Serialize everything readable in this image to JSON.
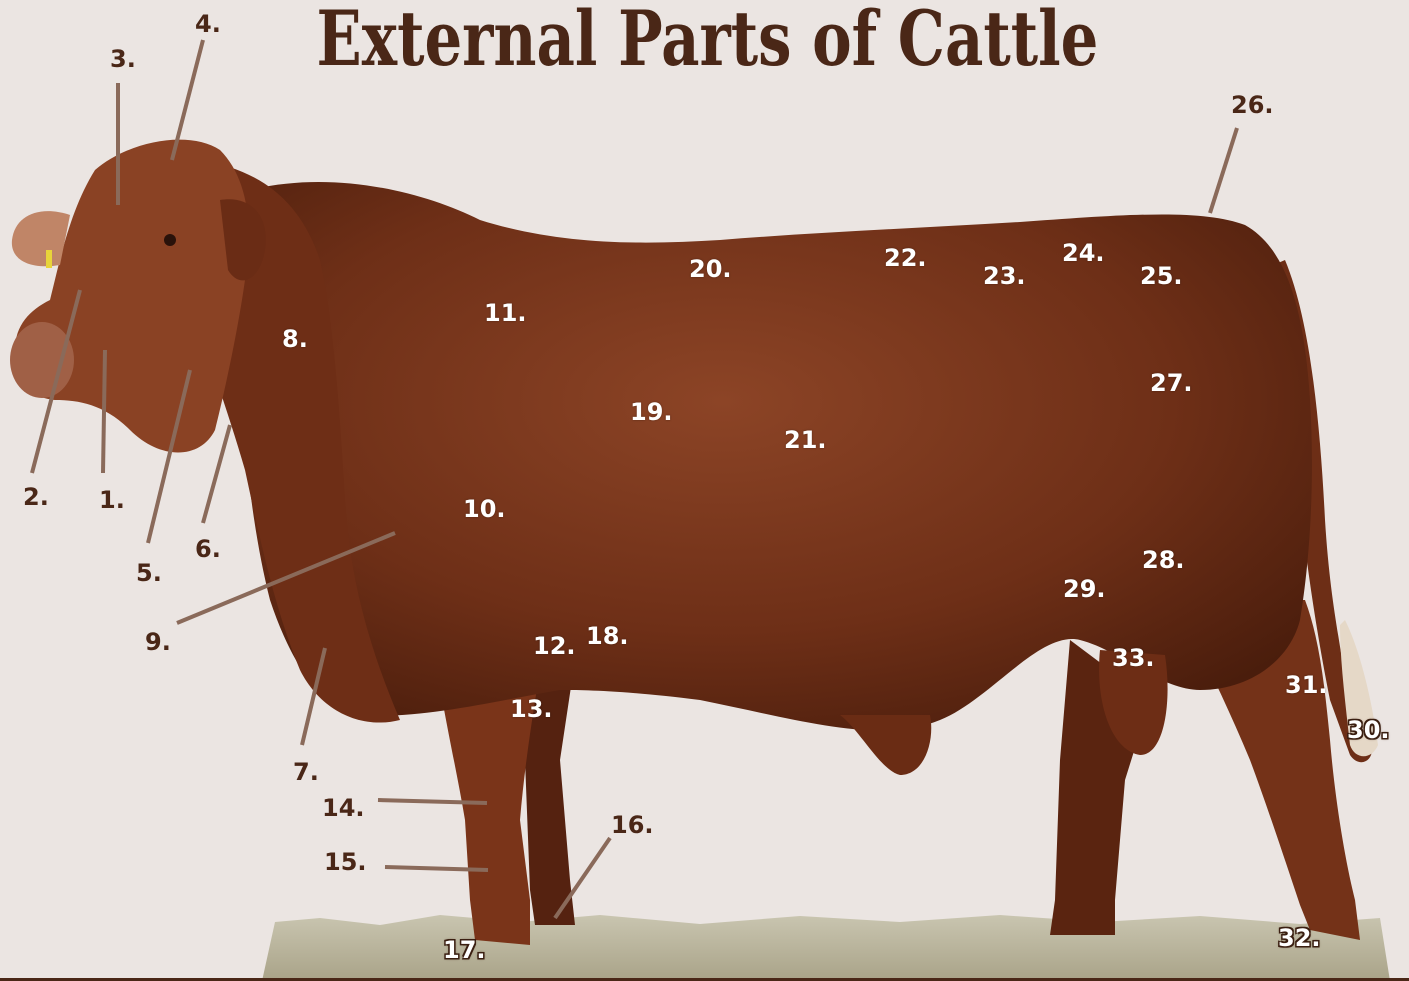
{
  "title": "External Parts of Cattle",
  "colors": {
    "background": "#ebe5e2",
    "title": "#4a2717",
    "leader_line": "#8a6a5a",
    "hide": "#7a3a1f",
    "grass": "#b9b49c"
  },
  "labels": [
    {
      "id": "l1",
      "text": "1."
    },
    {
      "id": "l2",
      "text": "2."
    },
    {
      "id": "l3",
      "text": "3."
    },
    {
      "id": "l4",
      "text": "4."
    },
    {
      "id": "l5",
      "text": "5."
    },
    {
      "id": "l6",
      "text": "6."
    },
    {
      "id": "l7",
      "text": "7."
    },
    {
      "id": "l8",
      "text": "8."
    },
    {
      "id": "l9",
      "text": "9."
    },
    {
      "id": "l10",
      "text": "10."
    },
    {
      "id": "l11",
      "text": "11."
    },
    {
      "id": "l12",
      "text": "12."
    },
    {
      "id": "l13",
      "text": "13."
    },
    {
      "id": "l14",
      "text": "14."
    },
    {
      "id": "l15",
      "text": "15."
    },
    {
      "id": "l16",
      "text": "16."
    },
    {
      "id": "l17",
      "text": "17."
    },
    {
      "id": "l18",
      "text": "18."
    },
    {
      "id": "l19",
      "text": "19."
    },
    {
      "id": "l20",
      "text": "20."
    },
    {
      "id": "l21",
      "text": "21."
    },
    {
      "id": "l22",
      "text": "22."
    },
    {
      "id": "l23",
      "text": "23."
    },
    {
      "id": "l24",
      "text": "24."
    },
    {
      "id": "l25",
      "text": "25."
    },
    {
      "id": "l26",
      "text": "26."
    },
    {
      "id": "l27",
      "text": "27."
    },
    {
      "id": "l28",
      "text": "28."
    },
    {
      "id": "l29",
      "text": "29."
    },
    {
      "id": "l30",
      "text": "30."
    },
    {
      "id": "l31",
      "text": "31."
    },
    {
      "id": "l32",
      "text": "32."
    },
    {
      "id": "l33",
      "text": "33."
    }
  ]
}
